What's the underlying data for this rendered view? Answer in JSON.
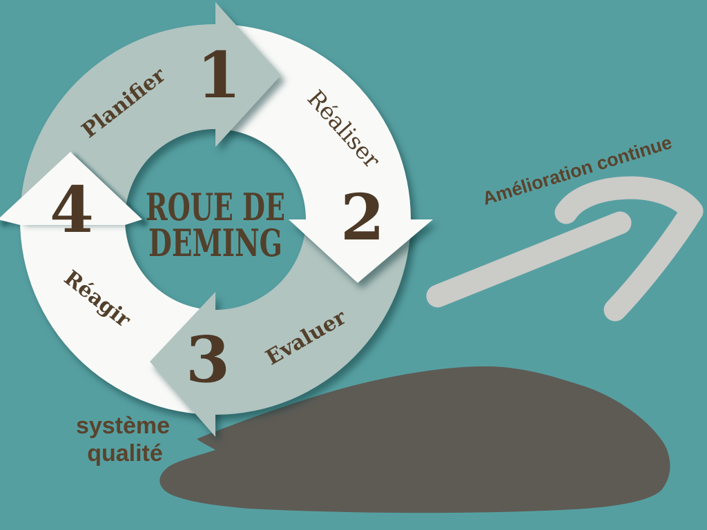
{
  "background_color": "#569FA1",
  "wheel": {
    "center_title": {
      "line1": "ROUE DE",
      "line2": "DEMING",
      "color": "#53402B"
    },
    "number_color": "#4D3926",
    "label_color": "#53402B",
    "segments": [
      {
        "number": "1",
        "label": "Planifier",
        "color": "#B1C4C0"
      },
      {
        "number": "2",
        "label": "Réaliser",
        "color": "#F9FAF8"
      },
      {
        "number": "3",
        "label": "Evaluer",
        "color": "#B1C4C0"
      },
      {
        "number": "4",
        "label": "Réagir",
        "color": "#F9FAF8"
      }
    ]
  },
  "annotations": {
    "improvement_text": "Amélioration continue",
    "improvement_color": "#5A432C",
    "quality_line1": "système",
    "quality_line2": "qualité",
    "quality_color": "#5A432C"
  },
  "decor": {
    "hand_arrow_color": "#CBCBC8",
    "mound_color": "#5E5B55"
  }
}
